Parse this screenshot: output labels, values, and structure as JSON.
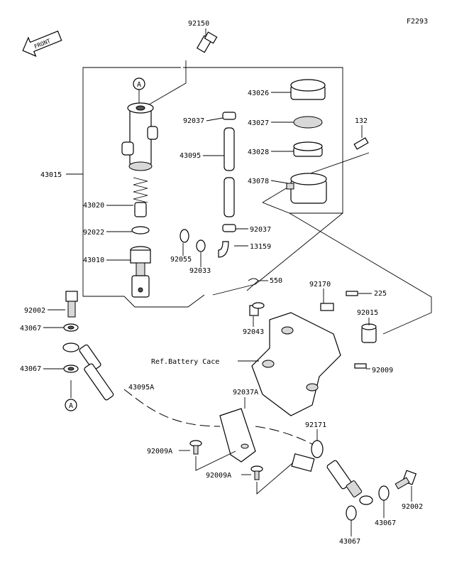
{
  "figure_code": "F2293",
  "front_label": "FRONT",
  "callout_a": "A",
  "ref_note": "Ref.Battery Cace",
  "labels": {
    "p92150": "92150",
    "p43026": "43026",
    "p92037_top": "92037",
    "p43027": "43027",
    "p132": "132",
    "p43095": "43095",
    "p43028": "43028",
    "p43015": "43015",
    "p43078": "43078",
    "p43020": "43020",
    "p92022": "92022",
    "p92037_mid": "92037",
    "p13159": "13159",
    "p43010": "43010",
    "p92055": "92055",
    "p92033": "92033",
    "p550": "550",
    "p92170": "92170",
    "p225": "225",
    "p92002_left": "92002",
    "p92015": "92015",
    "p43067_a": "43067",
    "p92043": "92043",
    "p43067_b": "43067",
    "p92009_right": "92009",
    "p43095A": "43095A",
    "p92037A": "92037A",
    "p92171": "92171",
    "p92009A_1": "92009A",
    "p92009A_2": "92009A",
    "p92002_right": "92002",
    "p43067_c": "43067",
    "p43067_d": "43067"
  }
}
